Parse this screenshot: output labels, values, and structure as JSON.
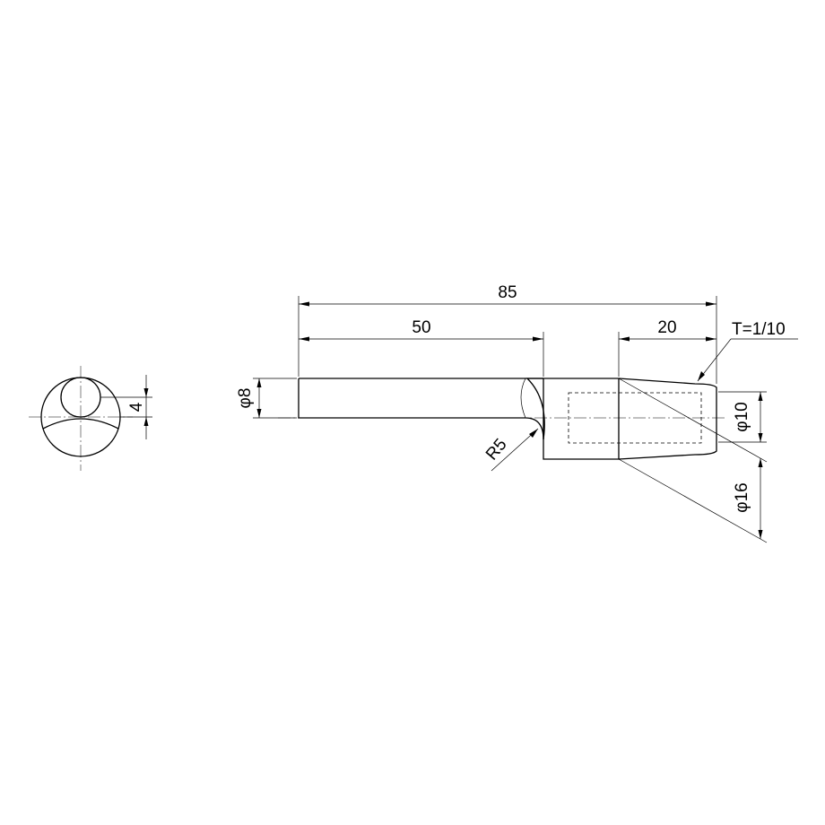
{
  "dimensions": {
    "overall_length": "85",
    "shank_length": "50",
    "taper_length": "20",
    "taper": "T=1/10",
    "shank_diameter": "φ8",
    "tip_diameter": "φ10",
    "body_diameter": "φ16",
    "radius": "R5",
    "end_offset": "4"
  }
}
